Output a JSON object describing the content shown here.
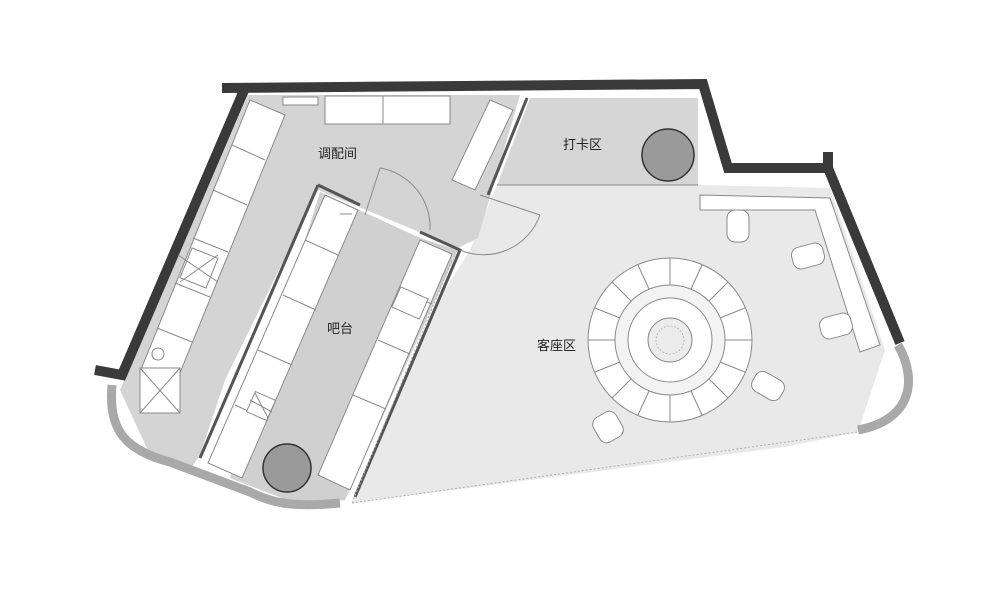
{
  "rooms": {
    "mixing_room": "调配间",
    "checkin_area": "打卡区",
    "bar_counter": "吧台",
    "seating_area": "客座区"
  },
  "colors": {
    "wall": "#3a3a3a",
    "floor_dark": "#d4d4d4",
    "floor_light": "#e9e9e9",
    "furniture": "#ffffff",
    "line": "#8a8a8a",
    "column": "#9a9a9a",
    "curved_wall": "#cdcdcd",
    "label": "#222222"
  }
}
